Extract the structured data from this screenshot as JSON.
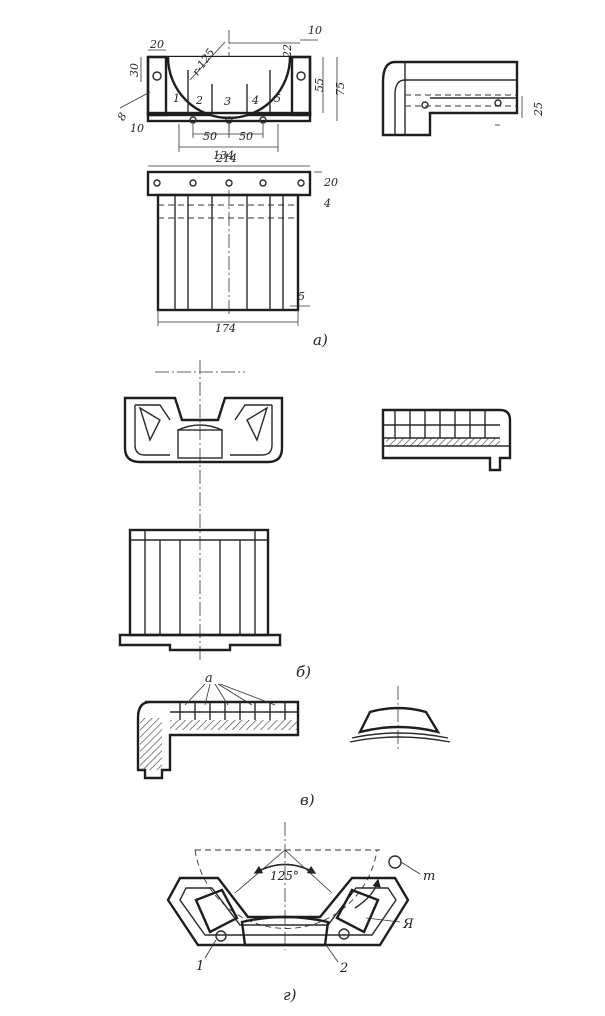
{
  "colors": {
    "ink": "#222222",
    "hatch": "#444444",
    "paper": "#ffffff"
  },
  "figure_a": {
    "caption": "а)",
    "dimensions": {
      "d20_top": "20",
      "radius": "r-125",
      "d22": "22",
      "d10_top": "10",
      "d30": "30",
      "d55": "55",
      "d75": "75",
      "d8": "8",
      "d10_bottom": "10",
      "d50_left": "50",
      "d50_right": "50",
      "d134": "134",
      "d214": "214",
      "d20_right": "20",
      "d4": "4",
      "d5": "5",
      "d174": "174",
      "d25": "25"
    },
    "slot_numbers": [
      "1",
      "2",
      "3",
      "4",
      "5"
    ]
  },
  "figure_b": {
    "caption": "б)"
  },
  "figure_v": {
    "caption": "в)",
    "label_a": "а"
  },
  "figure_g": {
    "caption": "г)",
    "angle": "125°",
    "label_m": "т",
    "label_ya": "Я",
    "label_1": "1",
    "label_2": "2"
  }
}
